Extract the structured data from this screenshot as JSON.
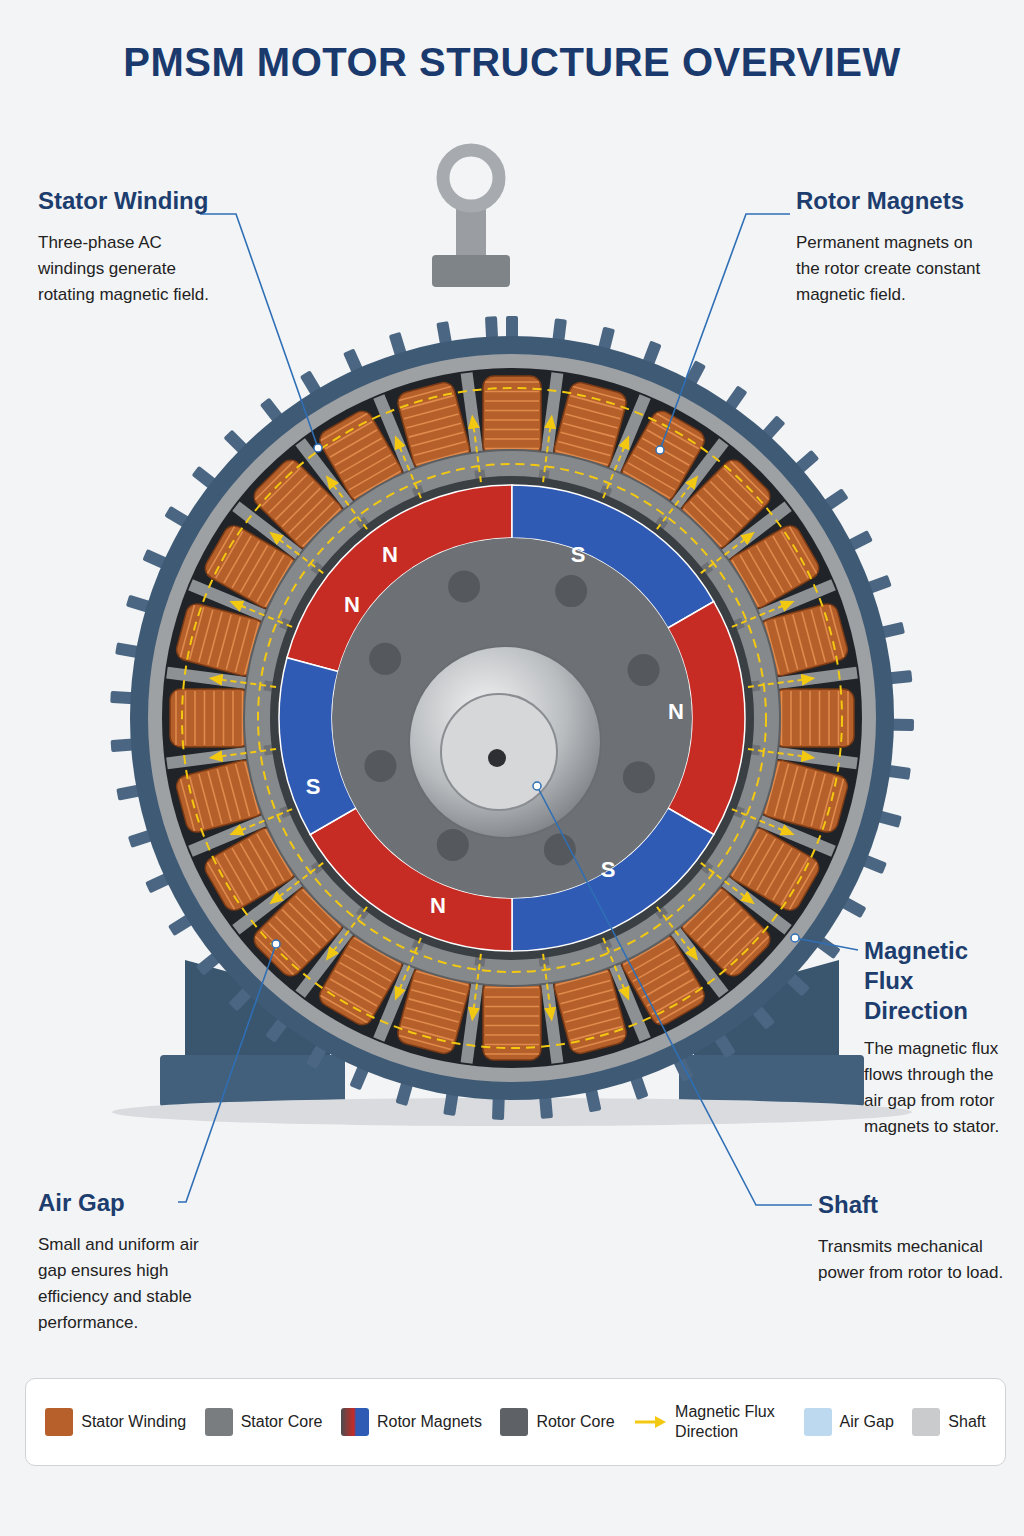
{
  "diagram": {
    "title": "PMSM MOTOR STRUCTURE OVERVIEW",
    "labels": [
      "Stator Winding",
      "Three-phase AC windings generate rotating magnetic field.",
      "Rotor Magnets",
      "Permanent magnets on the rotor create constant magnetic field.",
      "Magnetic Flux Direction",
      "The magnetic flux flows through the air gap from rotor magnets to stator.",
      "Air Gap",
      "Small and uniform air gap ensures high efficiency and stable performance.",
      "Shaft",
      "Transmits mechanical power from rotor to load.",
      "N",
      "S",
      "N",
      "N",
      "S",
      "S",
      "N"
    ],
    "legend": [
      {
        "text": "Stator Winding",
        "color": "#b8602c"
      },
      {
        "text": "Stator Core",
        "color": "#7a7d80"
      },
      {
        "text": "Rotor Magnets"
      },
      {
        "text": "Rotor Core",
        "color": "#5e6165"
      },
      {
        "text": "Magnetic Flux Direction"
      },
      {
        "text": "Air Gap",
        "color": "#bcd9f0"
      },
      {
        "text": "Shaft",
        "color": "#c9cbcd"
      }
    ]
  }
}
